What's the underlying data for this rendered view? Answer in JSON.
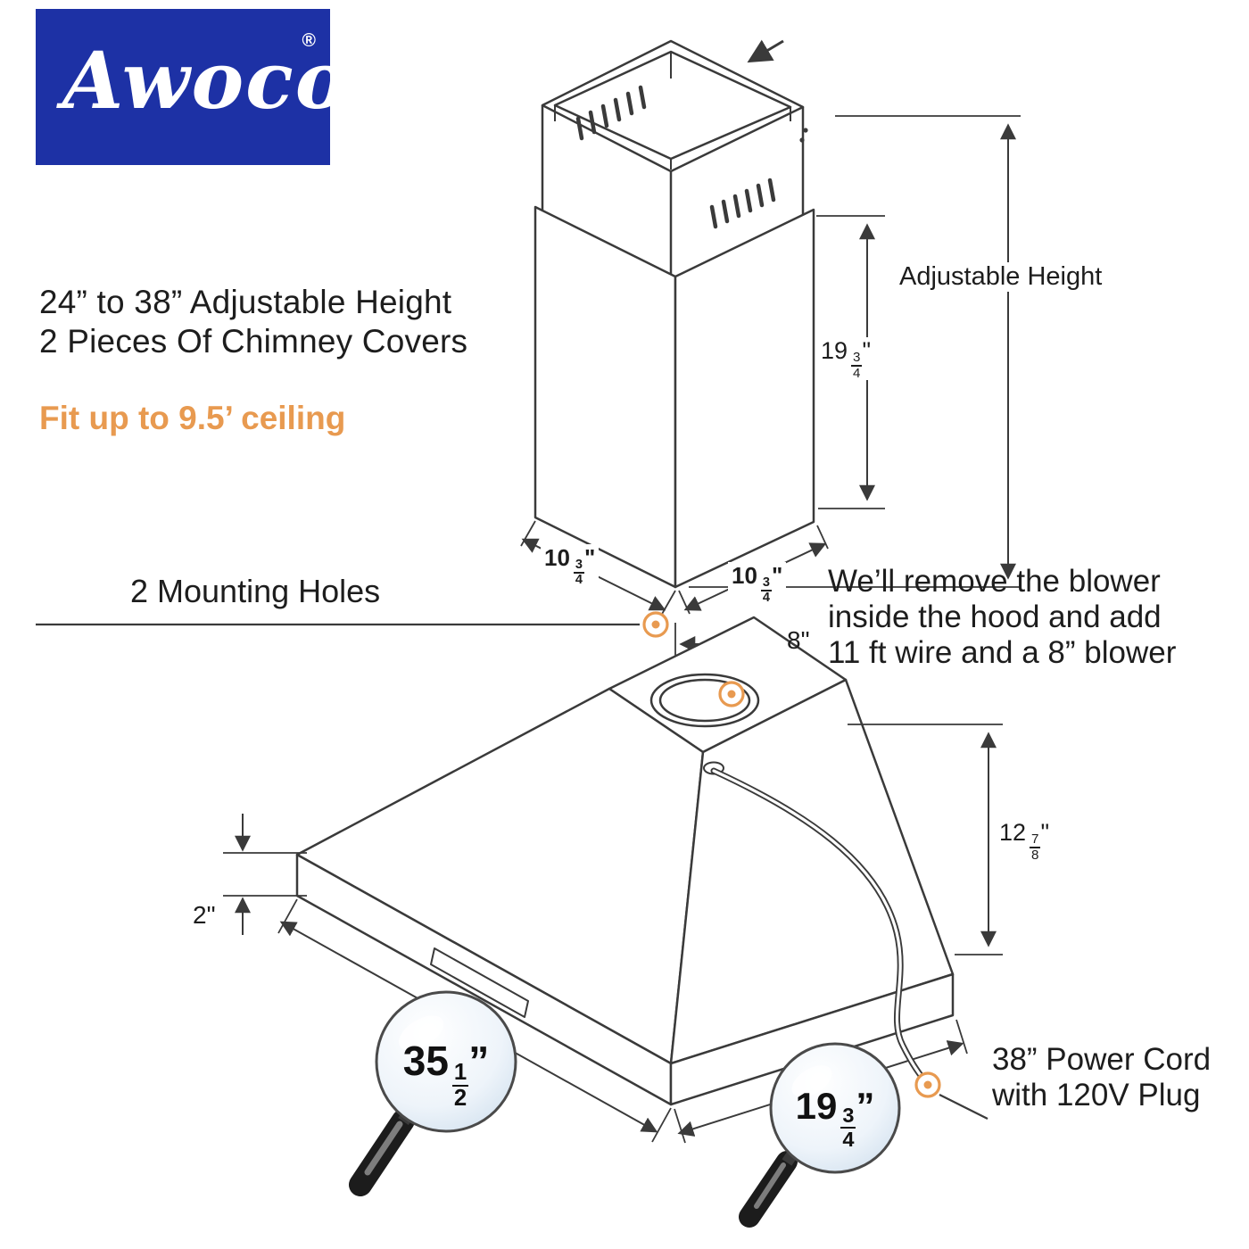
{
  "brand": {
    "logo_text": "Awoco",
    "registered_mark": "®"
  },
  "headline": {
    "line1": "24” to 38” Adjustable Height",
    "line2": "2 Pieces Of Chimney Covers",
    "ceiling_note": "Fit up to 9.5’ ceiling"
  },
  "callouts": {
    "mounting_holes": "2 Mounting Holes",
    "adjustable_height": "Adjustable Height",
    "blower_note_line1": "We’ll remove the blower",
    "blower_note_line2": "inside the hood and add",
    "blower_note_line3": "11 ft wire and a 8” blower",
    "power_cord_line1": "38” Power Cord",
    "power_cord_line2": "with 120V Plug"
  },
  "dimensions": {
    "chimney_section_height": {
      "whole": "19",
      "num": "3",
      "den": "4",
      "unit": "\""
    },
    "chimney_width_left": {
      "whole": "10",
      "num": "3",
      "den": "4",
      "unit": "\""
    },
    "chimney_width_right": {
      "whole": "10",
      "num": "3",
      "den": "4",
      "unit": "\""
    },
    "duct_diameter": {
      "value": "8",
      "unit": "\""
    },
    "hood_height": {
      "whole": "12",
      "num": "7",
      "den": "8",
      "unit": "\""
    },
    "rim_height": {
      "value": "2",
      "unit": "\""
    },
    "hood_width": {
      "whole": "35",
      "num": "1",
      "den": "2",
      "unit": "”"
    },
    "hood_depth": {
      "whole": "19",
      "num": "3",
      "den": "4",
      "unit": "”"
    }
  },
  "colors": {
    "brand_blue": "#1d31a5",
    "accent_orange": "#e89a50",
    "line": "#3a3a3a",
    "text": "#1d1d1d"
  }
}
